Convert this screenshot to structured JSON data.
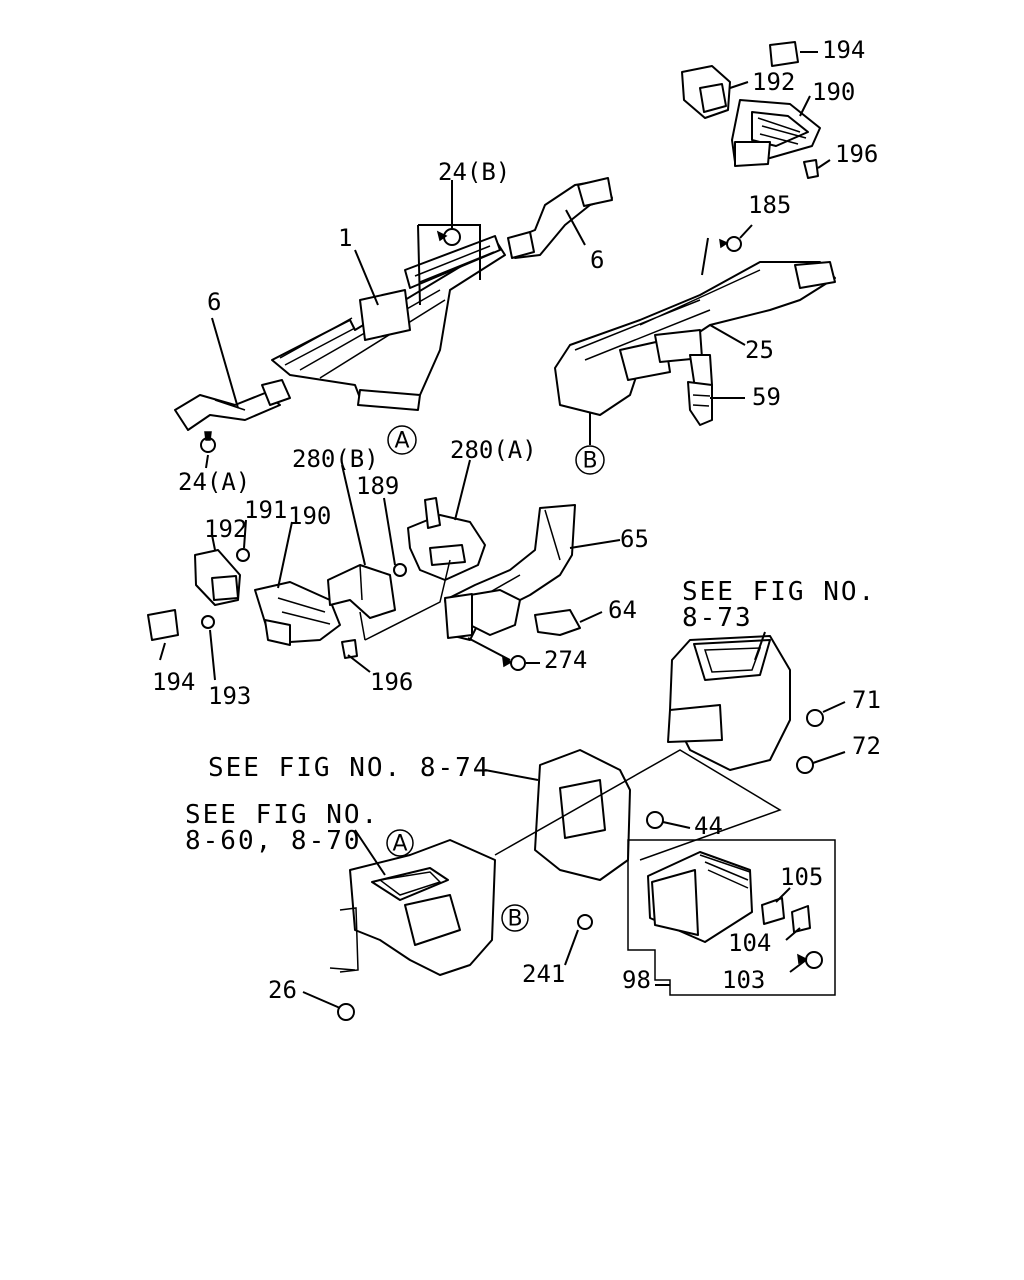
{
  "diagram": {
    "callouts": {
      "c194_top": "194",
      "c192_top": "192",
      "c190_top": "190",
      "c196_top": "196",
      "c24b": "24(B)",
      "c185": "185",
      "c1": "1",
      "c6_right": "6",
      "c6_left": "6",
      "c25": "25",
      "c59": "59",
      "c24a": "24(A)",
      "c280b": "280(B)",
      "c280a": "280(A)",
      "c191": "191",
      "c190_left": "190",
      "c189": "189",
      "c192_left": "192",
      "c65": "65",
      "c64": "64",
      "c194_left": "194",
      "c193": "193",
      "c196_left": "196",
      "c274": "274",
      "c71": "71",
      "c72": "72",
      "c44": "44",
      "c105": "105",
      "c104": "104",
      "c103": "103",
      "c98": "98",
      "c241": "241",
      "c26": "26"
    },
    "references": {
      "fig_873_line1": "SEE FIG NO.",
      "fig_873_line2": "8-73",
      "fig_874": "SEE FIG NO. 8-74",
      "fig_860_line1": "SEE FIG NO.",
      "fig_860_line2": "8-60, 8-70"
    },
    "connectors": {
      "A_upper": "A",
      "B_upper": "B",
      "A_lower": "A",
      "B_lower": "B"
    }
  }
}
